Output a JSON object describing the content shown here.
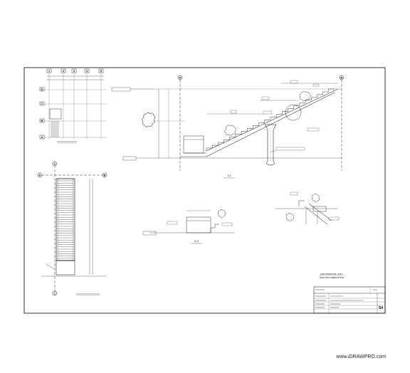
{
  "sheet": {
    "sheet_number": "S4",
    "stamp": [
      "FOR APPROVAL ONLY",
      "NOT FOR FABRICATION"
    ]
  },
  "plan_grid": {
    "top_tags": [
      "1",
      "2",
      "3",
      "4",
      "5"
    ],
    "side_tags": [
      "D",
      "C",
      "B",
      "A"
    ]
  },
  "main_section": {
    "grid_tags": [
      "A",
      "B"
    ],
    "section_label": "1-1"
  },
  "stair_plan": {
    "tags": [
      "1",
      "A",
      "B",
      "1"
    ]
  },
  "sub_section": {
    "section_label": "2-2"
  },
  "watermark": "www.iDRAWPRO.com"
}
